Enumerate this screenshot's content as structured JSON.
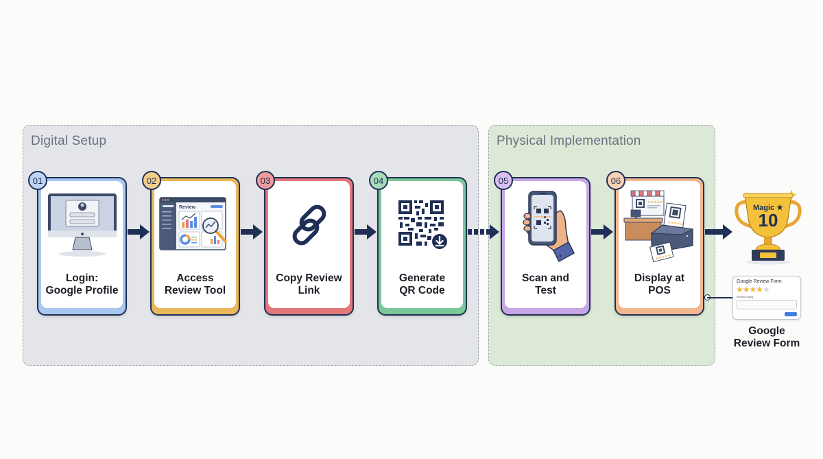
{
  "groups": {
    "digital": {
      "title": "Digital Setup",
      "background": "#e4e5e9"
    },
    "physical": {
      "title": "Physical Implementation",
      "background": "#dce9d7"
    }
  },
  "steps": [
    {
      "number": "01",
      "label_line1": "Login:",
      "label_line2": "Google Profile",
      "accent": "#a9c8ef",
      "icon": "computer-login-icon",
      "login_fields": [
        "username",
        "password"
      ]
    },
    {
      "number": "02",
      "label_line1": "Access",
      "label_line2": "Review Tool",
      "accent": "#eab85a",
      "icon": "review-dashboard-icon",
      "dashboard_title": "Review"
    },
    {
      "number": "03",
      "label_line1": "Copy Review",
      "label_line2": "Link",
      "accent": "#e4777a",
      "icon": "link-icon"
    },
    {
      "number": "04",
      "label_line1": "Generate",
      "label_line2": "QR Code",
      "accent": "#7cc79a",
      "icon": "qr-code-download-icon"
    },
    {
      "number": "05",
      "label_line1": "Scan and",
      "label_line2": "Test",
      "accent": "#c7a6e4",
      "icon": "phone-scan-icon"
    },
    {
      "number": "06",
      "label_line1": "Display at",
      "label_line2": "POS",
      "accent": "#f2b790",
      "icon": "pos-printer-icon"
    }
  ],
  "outcome": {
    "trophy_text_top": "Magic ★",
    "trophy_text_number": "10",
    "form_title": "Google Review Form",
    "form_rating": 4,
    "form_rating_max": 5,
    "form_field_label": "Review rating",
    "label_line1": "Google",
    "label_line2": "Review Form"
  },
  "colors": {
    "navy": "#1f2f55",
    "gold": "#f2b43a"
  }
}
